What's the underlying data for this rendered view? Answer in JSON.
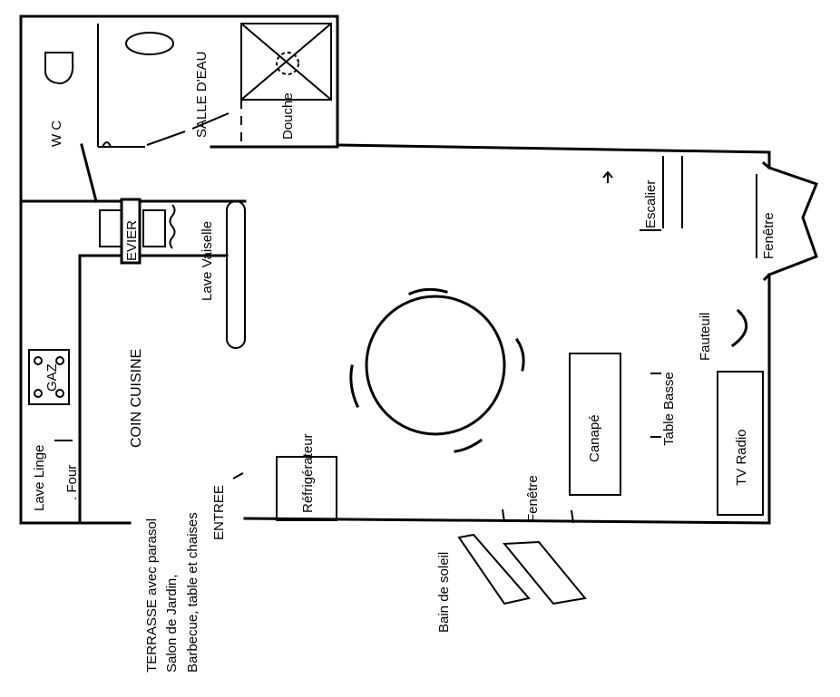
{
  "rooms": {
    "wc": "W C",
    "salle_deau": "SALLE D'EAU",
    "douche": "Douche",
    "evier": "EVIER",
    "lave_vaisselle": "Lave Vaiselle",
    "coin_cuisine": "COIN CUISINE",
    "gaz": "GAZ",
    "lave_linge": "Lave Linge",
    "four": ". Four",
    "refrigerateur": "Réfrigérateur",
    "entree": "ENTREE",
    "terrasse_1": "TERRASSE avec parasol",
    "terrasse_2": "Salon de Jardin,",
    "terrasse_3": "Barbecue, table et chaises",
    "escalier": "Escalier",
    "fenetre_right": "Fenêtre",
    "fenetre_bottom": "Fenêtre",
    "fauteuil": "Fauteuil",
    "table_basse": "Table Basse",
    "canape": "Canapé",
    "tv_radio": "TV Radio",
    "bain_de_soleil": "Bain de soleil"
  }
}
